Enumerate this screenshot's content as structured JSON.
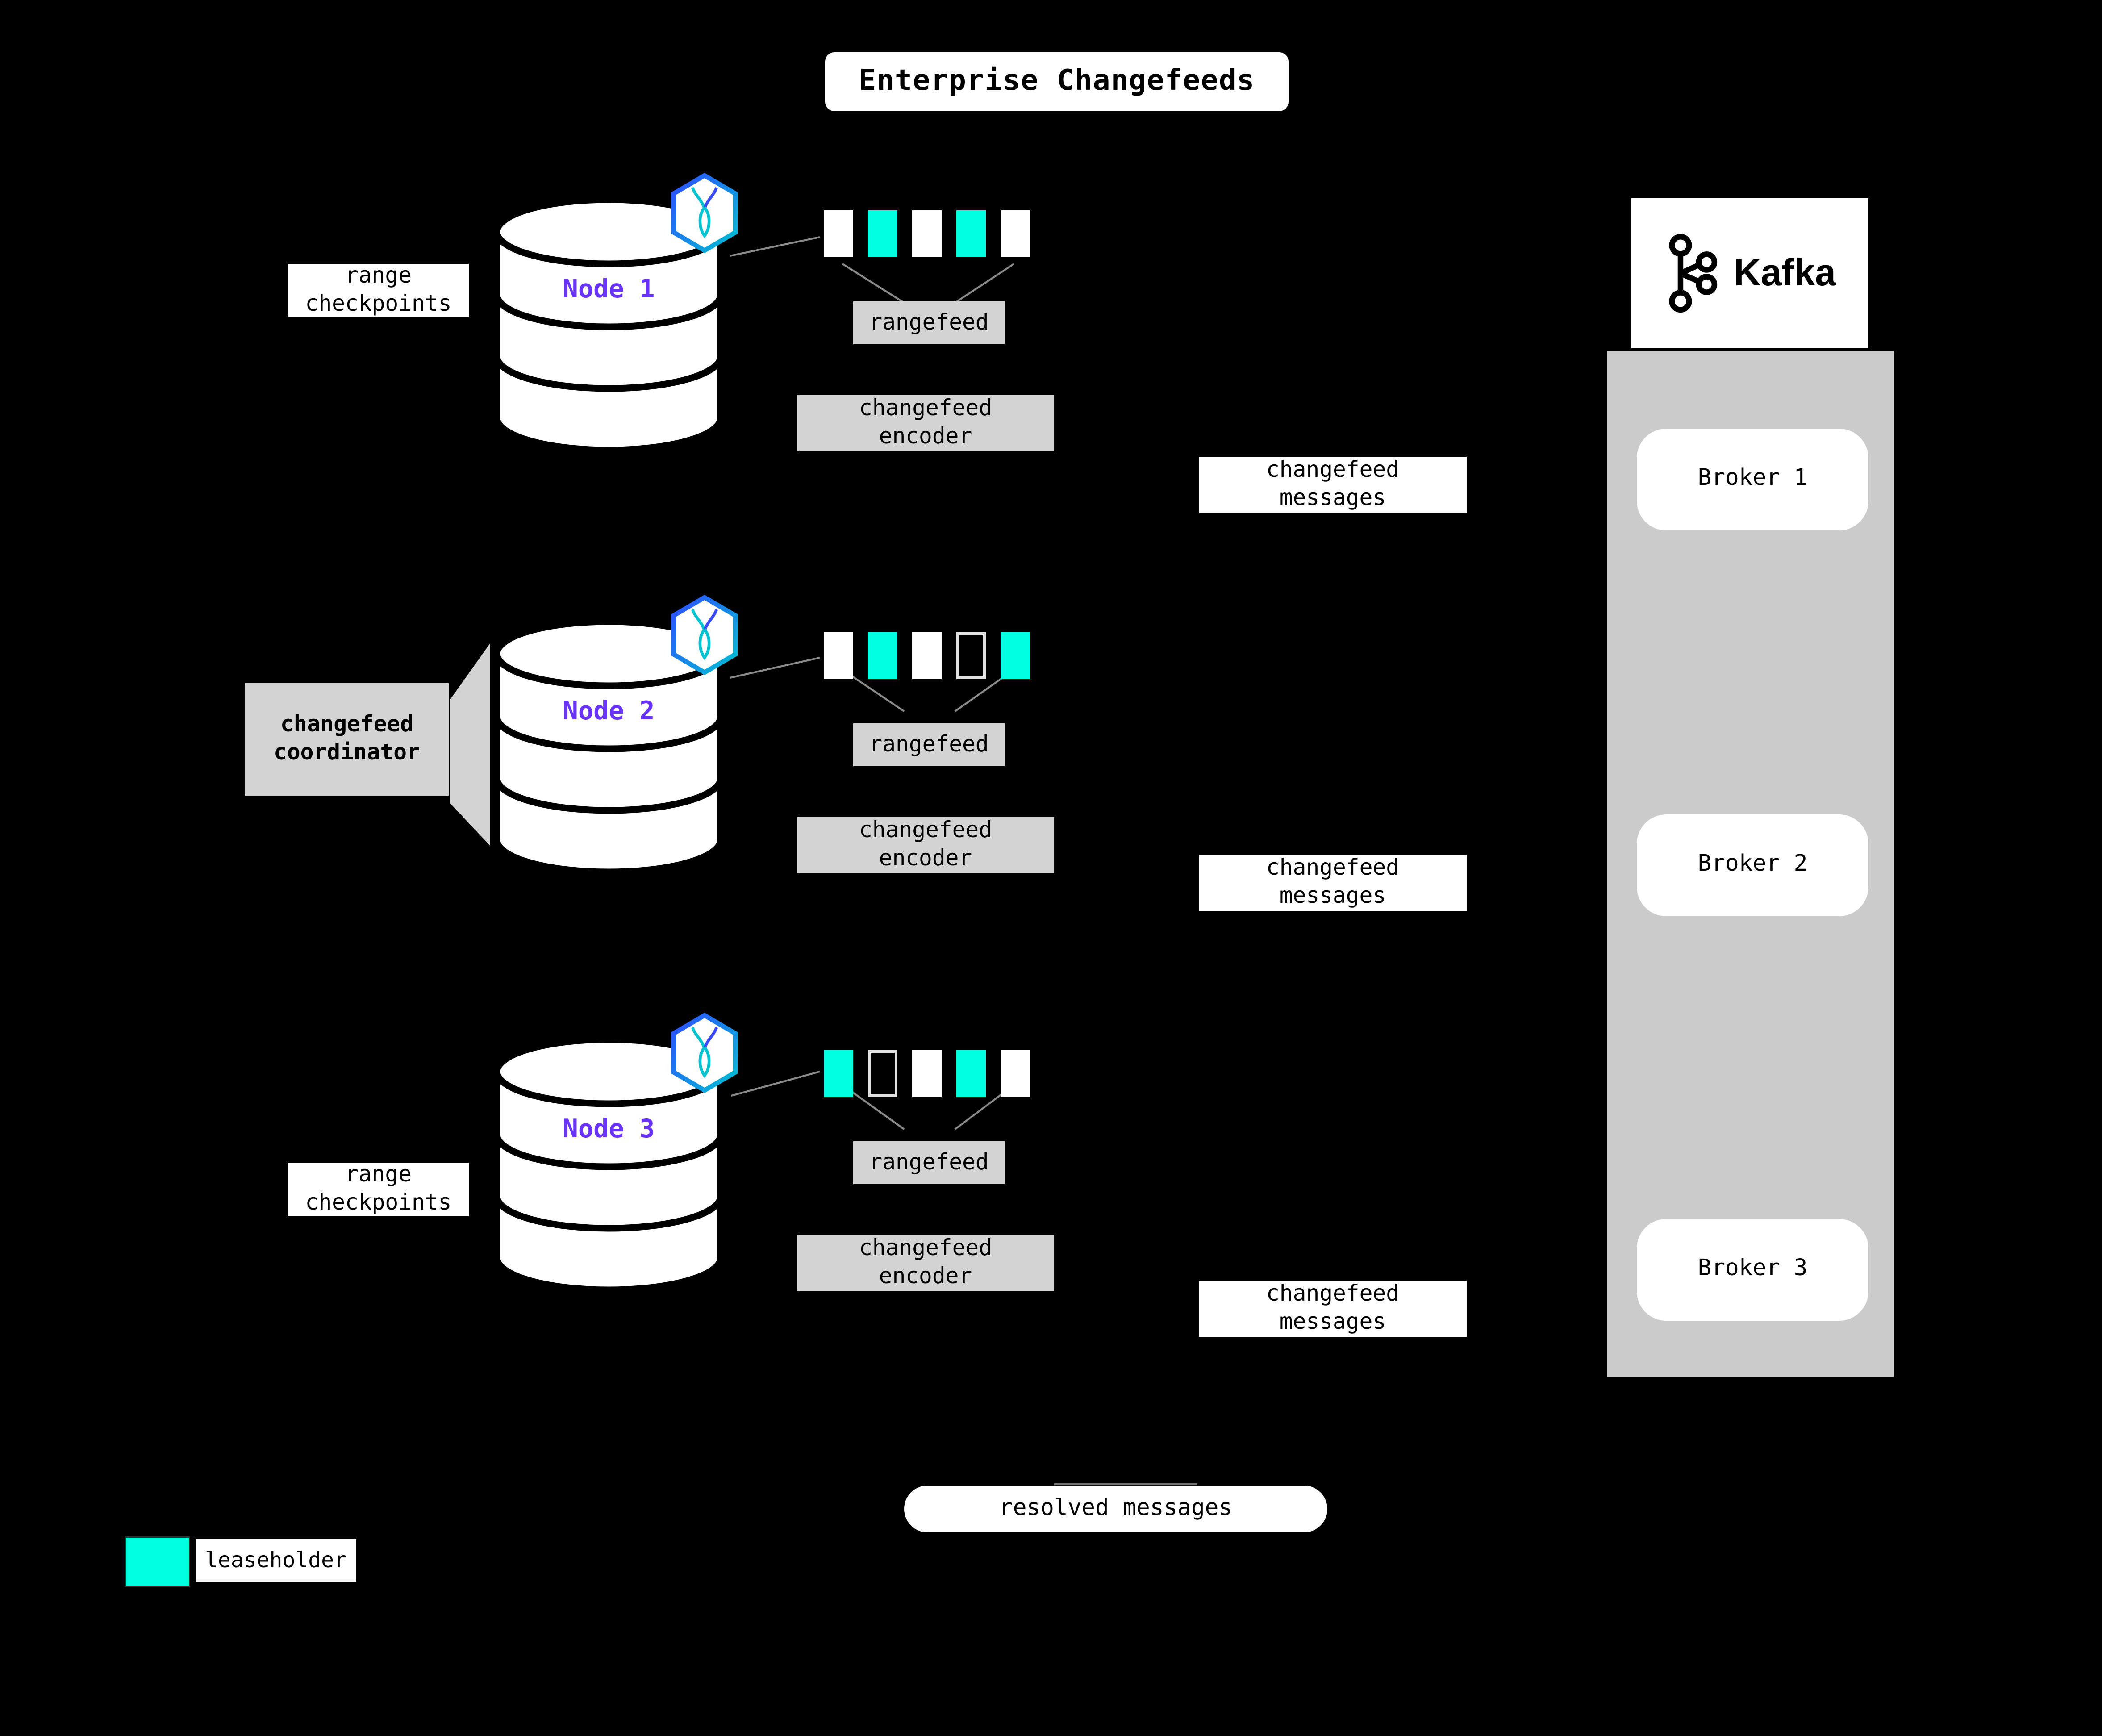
{
  "title": "Enterprise Changefeeds",
  "colors": {
    "leaseholder": "#00ffe0",
    "node_name": "#6933ff",
    "panel_gray": "#d3d3d3",
    "column_gray": "#cbcbcb"
  },
  "nodes": [
    {
      "name": "Node 1",
      "side_label": "range\ncheckpoints",
      "rangefeed_label": "rangefeed",
      "encoder_label": "changefeed\nencoder",
      "ranges": [
        "filled",
        "lease",
        "filled",
        "lease",
        "filled"
      ]
    },
    {
      "name": "Node 2",
      "side_label": "changefeed\ncoordinator",
      "rangefeed_label": "rangefeed",
      "encoder_label": "changefeed\nencoder",
      "ranges": [
        "filled",
        "lease",
        "filled",
        "outline",
        "lease"
      ]
    },
    {
      "name": "Node 3",
      "side_label": "range\ncheckpoints",
      "rangefeed_label": "rangefeed",
      "encoder_label": "changefeed\nencoder",
      "ranges": [
        "lease",
        "outline",
        "filled",
        "lease",
        "filled"
      ]
    }
  ],
  "messages": [
    {
      "label": "changefeed\nmessages"
    },
    {
      "label": "changefeed\nmessages"
    },
    {
      "label": "changefeed\nmessages"
    }
  ],
  "kafka": {
    "name": "Kafka",
    "brokers": [
      {
        "label": "Broker 1"
      },
      {
        "label": "Broker 2"
      },
      {
        "label": "Broker 3"
      }
    ]
  },
  "resolved_label": "resolved messages",
  "legend": {
    "label": "leaseholder"
  }
}
